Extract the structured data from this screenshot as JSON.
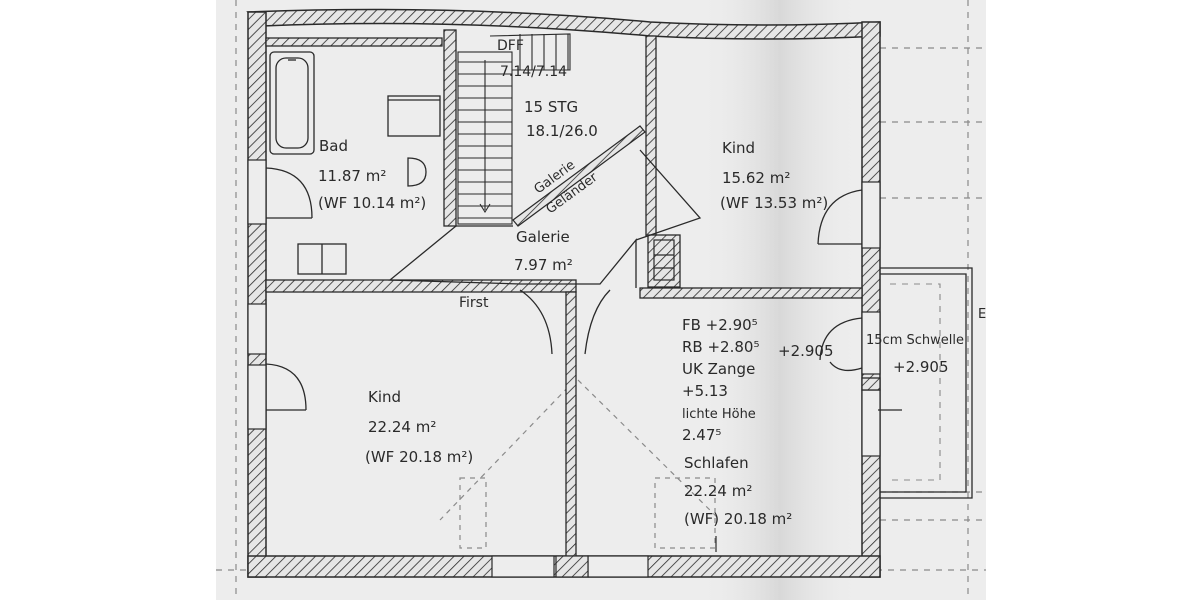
{
  "plan": {
    "colors": {
      "background": "#ffffff",
      "paper": "#ededed",
      "paper_shade": "#dcdcdc",
      "wall_fill": "#e6e6e6",
      "line": "#2a2a2a",
      "faint": "#8a8a8a"
    },
    "stair": {
      "marker": "DFF",
      "heights": "7.14/7.14",
      "steps": "15 STG",
      "rise_run": "18.1/26.0"
    },
    "rooms": {
      "bath": {
        "name": "Bad",
        "area": "11.87 m²",
        "living_area": "(WF 10.14 m²)"
      },
      "kid_top": {
        "name": "Kind",
        "area": "15.62 m²",
        "living_area": "(WF 13.53 m²)"
      },
      "gallery": {
        "name": "Galerie",
        "area": "7.97 m²",
        "railing_1": "Galerie",
        "railing_2": "Geländer"
      },
      "kid_large": {
        "name": "Kind",
        "area": "22.24 m²",
        "living_area": "(WF 20.18 m²)"
      },
      "sleep": {
        "name": "Schlafen",
        "area": "22.24 m²",
        "living_area": "(WF) 20.18 m²"
      }
    },
    "ridge_label": "First",
    "levels": {
      "fb": "FB +2.90⁵",
      "rb": "RB +2.80⁵",
      "uk": "UK Zange",
      "uk_value": "+5.13",
      "clear_label": "lichte Höhe",
      "clear_value": "2.47⁵",
      "mid": "+2.905"
    },
    "balcony": {
      "threshold": "15cm Schwelle",
      "level": "+2.905"
    },
    "edge_mark": "E"
  }
}
